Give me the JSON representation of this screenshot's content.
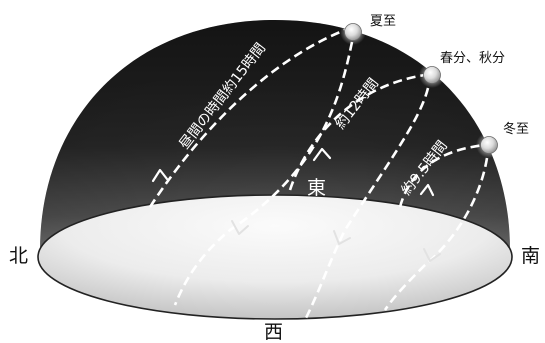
{
  "directions": {
    "north": "北",
    "south": "南",
    "east": "東",
    "west": "西"
  },
  "solstices": {
    "summer": "夏至",
    "equinox": "春分、秋分",
    "winter": "冬至"
  },
  "daylight": {
    "summer": "昼間の時間約15時間",
    "equinox": "約12時間",
    "winter": "約9.5時間"
  },
  "colors": {
    "dome_dark": "#262626",
    "dome_mid": "#4a4a4a",
    "ground_light": "#f4f4f4",
    "ground_dark": "#c8c8c8",
    "path_line": "#ffffff"
  }
}
